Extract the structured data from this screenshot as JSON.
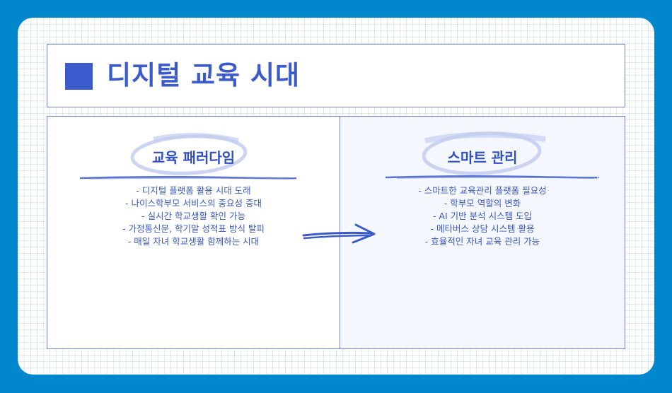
{
  "header": {
    "title": "디지털 교육 시대",
    "icon": "square-bullet-icon"
  },
  "panels": [
    {
      "heading": "교육 패러다임",
      "items": [
        "- 디지털 플랫폼 활용 시대 도래",
        "- 나이스학부모 서비스의 중요성 증대",
        "- 실시간 학교생활 확인 가능",
        "- 가정통신문, 학기말 성적표 방식 탈피",
        "- 매일 자녀 학교생활 함께하는 시대"
      ]
    },
    {
      "heading": "스마트 관리",
      "items": [
        "- 스마트한 교육관리 플랫폼 필요성",
        "- 학부모 역할의 변화",
        "- AI 기반 분석 시스템 도입",
        "- 메타버스 상담 시스템 활용",
        "- 효율적인 자녀 교육 관리 가능"
      ]
    }
  ],
  "colors": {
    "background": "#0286cc",
    "accent": "#3b5bcc",
    "border": "#6e82d2",
    "text": "#3a57c4",
    "right_panel_bg": "#f4f7fe"
  },
  "arrow": "right-arrow-icon"
}
